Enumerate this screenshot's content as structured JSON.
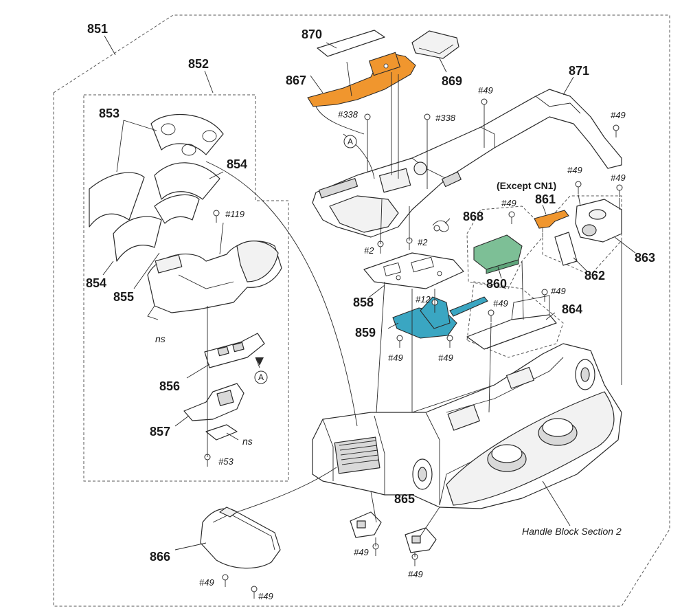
{
  "colors": {
    "flex_cable": "#f0962e",
    "main_board": "#7dbf96",
    "bracket": "#3aa6c2",
    "line": "#2a2a2a",
    "background": "#ffffff"
  },
  "parts": {
    "p851": "851",
    "p852": "852",
    "p853": "853",
    "p854a": "854",
    "p854b": "854",
    "p855": "855",
    "p856": "856",
    "p857": "857",
    "p858": "858",
    "p859": "859",
    "p860": "860",
    "p861": "861",
    "p862": "862",
    "p863": "863",
    "p864": "864",
    "p865": "865",
    "p866": "866",
    "p867": "867",
    "p868": "868",
    "p869": "869",
    "p870": "870",
    "p871": "871"
  },
  "screws": {
    "s338a": "#338",
    "s338b": "#338",
    "s49a": "#49",
    "s49b": "#49",
    "s49c": "#49",
    "s49d": "#49",
    "s49e": "#49",
    "s49f": "#49",
    "s49g": "#49",
    "s49h": "#49",
    "s49i": "#49",
    "s49j": "#49",
    "s49k": "#49",
    "s49l": "#49",
    "s49m": "#49",
    "s119": "#119",
    "s2a": "#2",
    "s2b": "#2",
    "s12": "#12",
    "s53": "#53"
  },
  "annotations": {
    "ns1": "ns",
    "ns2": "ns",
    "except": "(Except CN1)",
    "section": "Handle Block Section 2",
    "ref_a1": "A",
    "ref_a2": "A"
  }
}
